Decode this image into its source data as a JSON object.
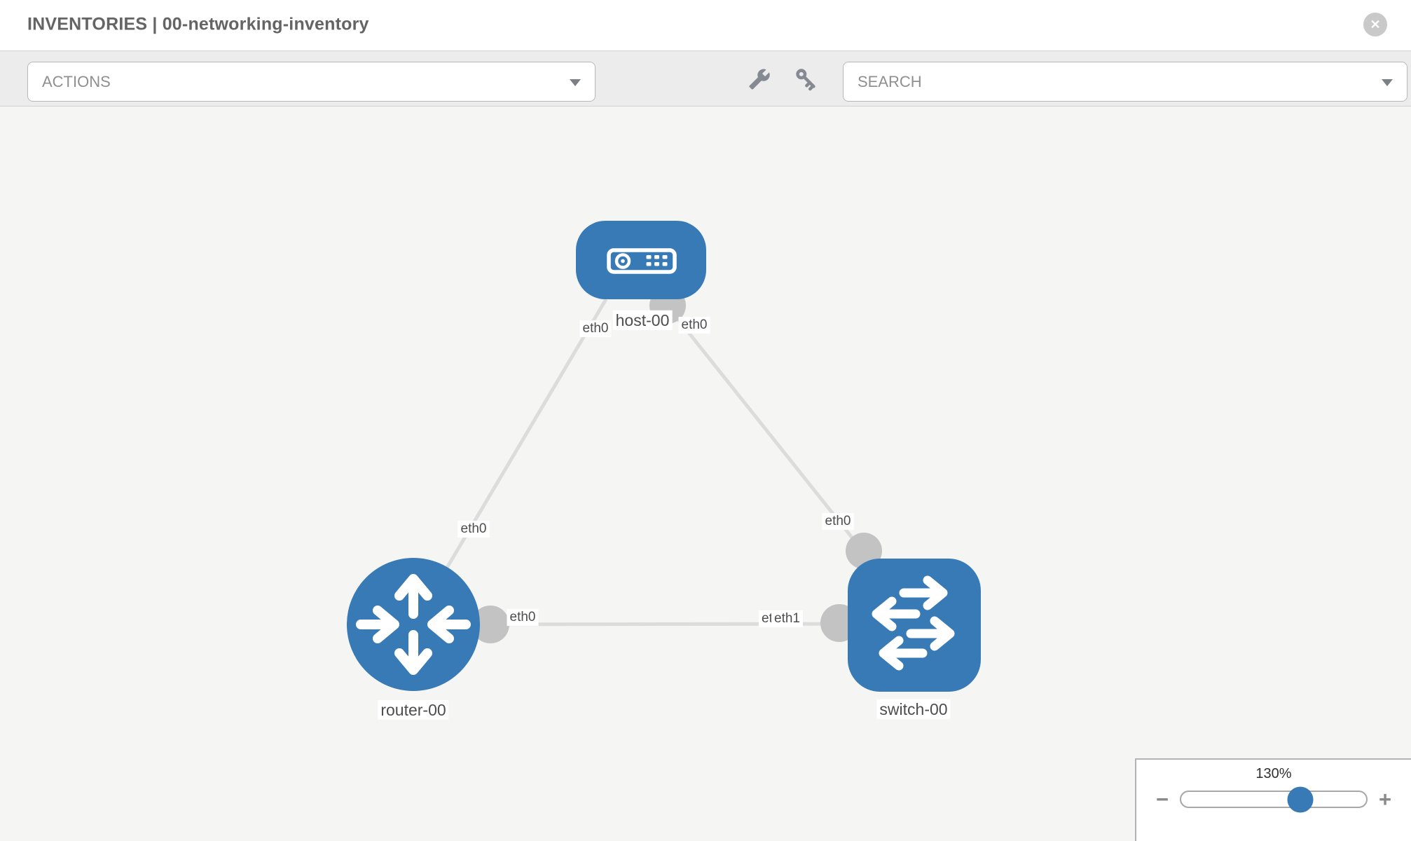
{
  "header": {
    "title": "INVENTORIES | 00-networking-inventory"
  },
  "icons": {
    "close": "✕",
    "minus": "−",
    "plus": "+"
  },
  "toolbar": {
    "actions_label": "ACTIONS",
    "search_label": "SEARCH"
  },
  "zoom_control": {
    "level": "130%"
  },
  "diagram": {
    "type": "network-topology",
    "nodes": [
      {
        "id": "host-00",
        "device_type": "host",
        "label": "host-00"
      },
      {
        "id": "router-00",
        "device_type": "router",
        "label": "router-00"
      },
      {
        "id": "switch-00",
        "device_type": "switch",
        "label": "switch-00"
      }
    ],
    "links": [
      {
        "from": "host-00",
        "from_interface": "eth0",
        "to": "router-00",
        "to_interface": "eth0"
      },
      {
        "from": "host-00",
        "from_interface": "eth0",
        "to": "switch-00",
        "to_interface": "eth0"
      },
      {
        "from": "router-00",
        "from_interface": "eth0",
        "to": "switch-00",
        "to_interface": "eth1"
      }
    ],
    "port_labels": {
      "host_side_to_router": "eth0",
      "host_side_to_switch": "eth0",
      "router_side_to_host": "eth0",
      "switch_side_to_host": "eth0",
      "router_side_to_switch": "eth0",
      "switch_side_overlap_back": "eth0",
      "switch_side_to_router": "eth1"
    }
  },
  "colors": {
    "node_blue": "#377ab6",
    "link_gray": "#dcdcdc",
    "connector_gray": "#c3c3c3",
    "canvas_bg": "#f5f5f4",
    "toolbar_bg": "#ececec"
  }
}
